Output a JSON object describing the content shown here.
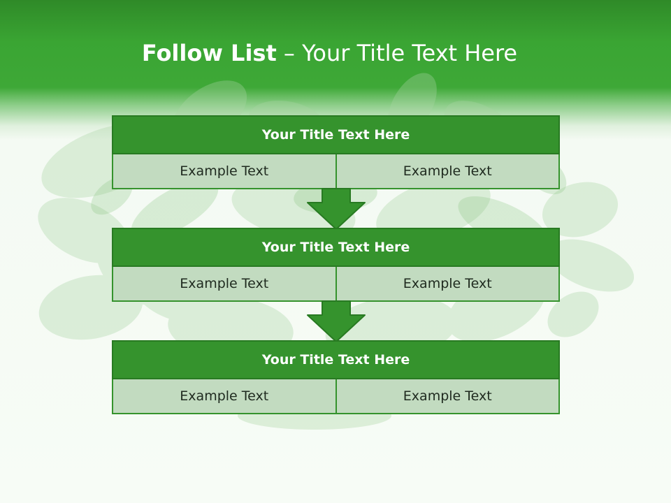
{
  "slide": {
    "title_bold": "Follow List",
    "title_rest": " – Your Title Text Here"
  },
  "blocks": [
    {
      "title": "Your Title Text Here",
      "cells": [
        "Example Text",
        "Example Text"
      ]
    },
    {
      "title": "Your Title Text Here",
      "cells": [
        "Example Text",
        "Example Text"
      ]
    },
    {
      "title": "Your Title Text Here",
      "cells": [
        "Example Text",
        "Example Text"
      ]
    }
  ],
  "colors": {
    "header_green": "#3ea837",
    "block_title_green": "#35932d",
    "cell_fill": "#c2dbc0",
    "arrow_green": "#35932d"
  },
  "icons": [
    "down-arrow-icon",
    "down-arrow-icon"
  ]
}
